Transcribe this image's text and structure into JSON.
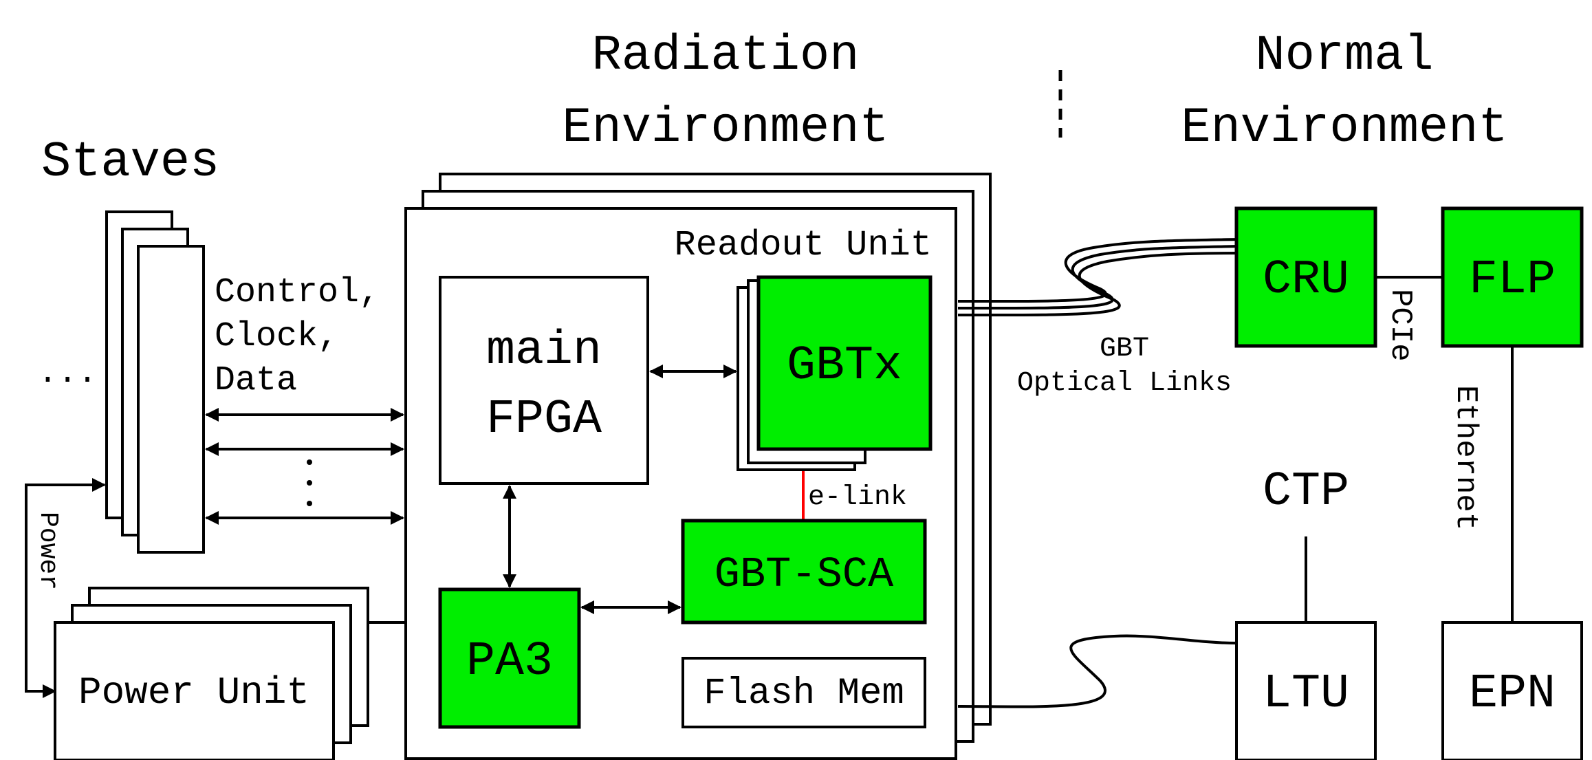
{
  "headers": {
    "staves": "Staves",
    "radiation_line1": "Radiation",
    "radiation_line2": "Environment",
    "normal_line1": "Normal",
    "normal_line2": "Environment"
  },
  "labels": {
    "ellipsis": "...",
    "control": "Control,",
    "clock": "Clock,",
    "data": "Data",
    "power_vertical": "Power",
    "readout_unit": "Readout Unit",
    "gbt_links_1": "GBT",
    "gbt_links_2": "Optical Links",
    "pcie": "PCIe",
    "ethernet": "Ethernet",
    "elink": "e-link"
  },
  "blocks": {
    "main_fpga_1": "main",
    "main_fpga_2": "FPGA",
    "gbtx": "GBTx",
    "gbt_sca": "GBT-SCA",
    "pa3": "PA3",
    "flash_mem": "Flash Mem",
    "power_unit": "Power Unit",
    "cru": "CRU",
    "flp": "FLP",
    "ctp": "CTP",
    "ltu": "LTU",
    "epn": "EPN"
  },
  "colors": {
    "highlight": "#00ee00",
    "elink": "#ff0000",
    "stroke": "#000000"
  }
}
